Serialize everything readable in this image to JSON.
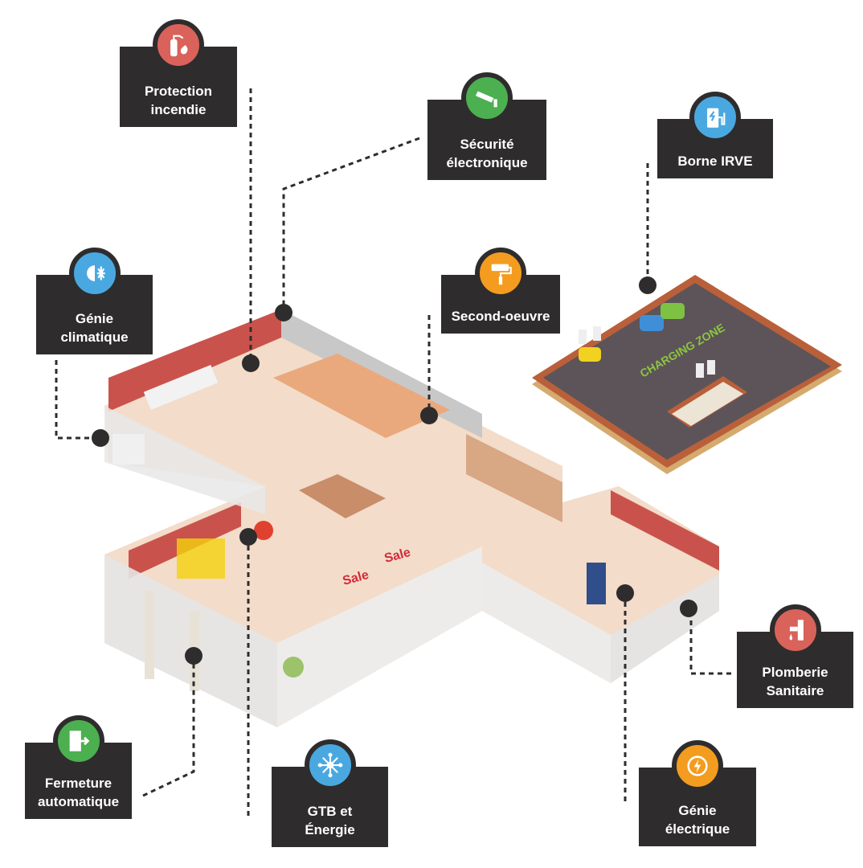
{
  "colors": {
    "card": "#2e2c2d",
    "red": "#d9625b",
    "green": "#4caf50",
    "blue": "#4aa8e0",
    "orange": "#f39c1f"
  },
  "callouts": [
    {
      "id": "protection-incendie",
      "label": "Protection\nincendie",
      "icon": "fire-extinguisher-icon"
    },
    {
      "id": "securite-electronique",
      "label": "Sécurité\nélectronique",
      "icon": "security-camera-icon"
    },
    {
      "id": "borne-irve",
      "label": "Borne IRVE",
      "icon": "ev-charger-icon"
    },
    {
      "id": "genie-climatique",
      "label": "Génie\nclimatique",
      "icon": "sun-snowflake-icon"
    },
    {
      "id": "second-oeuvre",
      "label": "Second-oeuvre",
      "icon": "paint-roller-icon"
    },
    {
      "id": "plomberie-sanitaire",
      "label": "Plomberie\nSanitaire",
      "icon": "faucet-icon"
    },
    {
      "id": "fermeture-automatique",
      "label": "Fermeture\nautomatique",
      "icon": "door-exit-icon"
    },
    {
      "id": "gtb-energie",
      "label": "GTB et\nÉnergie",
      "icon": "network-hub-icon"
    },
    {
      "id": "genie-electrique",
      "label": "Génie\nélectrique",
      "icon": "lightning-cycle-icon"
    }
  ],
  "parking": {
    "zone_text": "CHARGING ZONE"
  },
  "store": {
    "sale_text": "Sale"
  }
}
